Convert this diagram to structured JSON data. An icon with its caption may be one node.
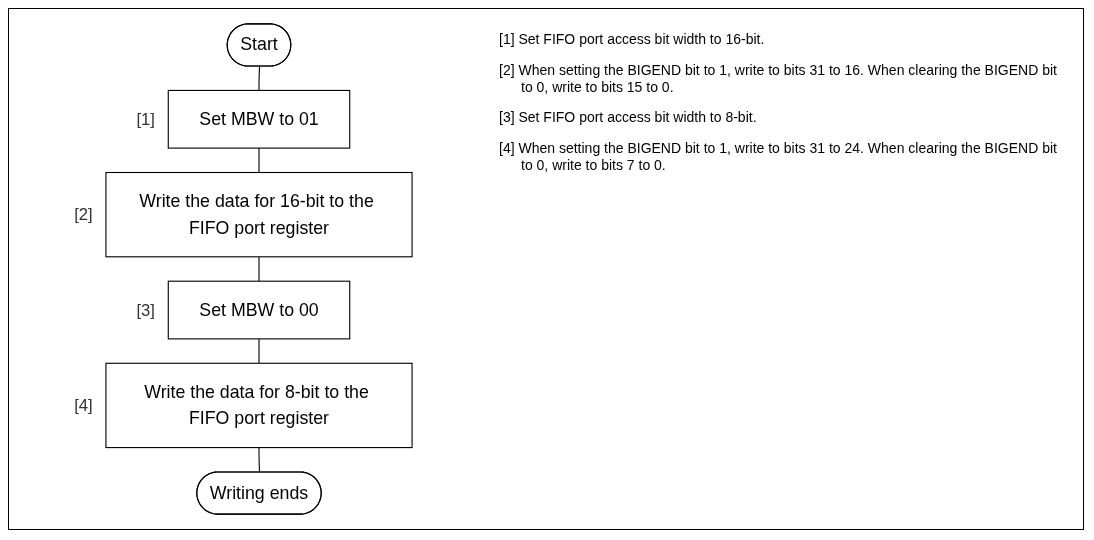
{
  "diagram": {
    "nodes": [
      {
        "text": [
          "Start"
        ]
      },
      {
        "text": [
          "Set MBW to 01"
        ],
        "beside": [
          "[1]"
        ]
      },
      {
        "text": [
          "Write the data for 16-bit to the FIFO port register"
        ],
        "beside": [
          "[2]"
        ]
      },
      {
        "text": [
          "Set MBW to 00"
        ],
        "beside": [
          "[3]"
        ]
      },
      {
        "text": [
          "Write the data for 8-bit to the FIFO port register"
        ],
        "beside": [
          "[4]"
        ]
      },
      {
        "text": [
          "Writing ends"
        ]
      }
    ],
    "edges": [
      {
        "from": 0,
        "to": 1,
        "arrow": "none"
      },
      {
        "from": 1,
        "to": 2,
        "arrow": "none"
      },
      {
        "from": 2,
        "to": 3,
        "arrow": "none"
      },
      {
        "from": 3,
        "to": 4,
        "arrow": "none"
      },
      {
        "from": 4,
        "to": 5,
        "arrow": "none"
      }
    ],
    "labels": [
      "[1] Set FIFO port access bit width to 16-bit.",
      "[2] When setting the BIGEND bit to 1, write to bits 31 to 16. When clearing the BIGEND bit to 0, write to bits 15 to 0.",
      "[3] Set FIFO port access bit width to 8-bit.",
      "[4] When setting the BIGEND bit to 1, write to bits 31 to 24. When clearing the BIGEND bit to 0, write to bits 7 to 0."
    ]
  }
}
